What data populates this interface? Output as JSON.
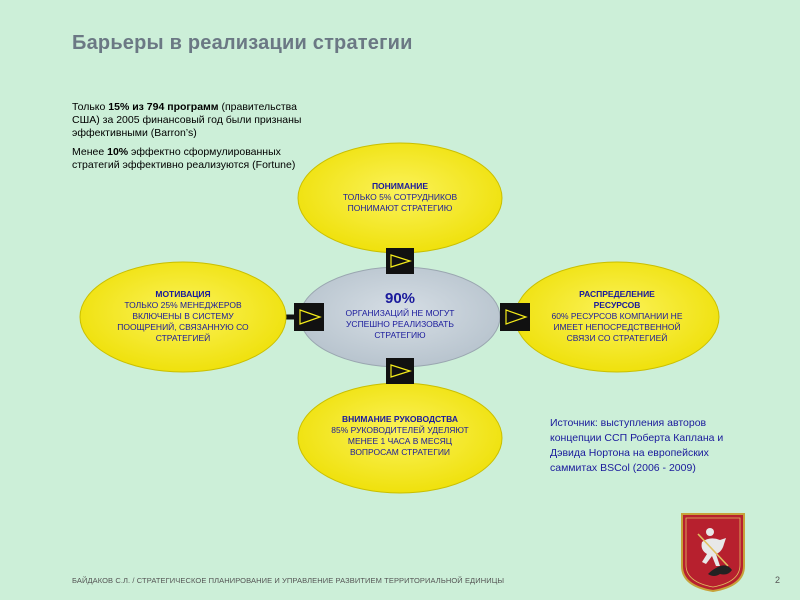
{
  "title": "Барьеры в реализации стратегии",
  "stats": {
    "p1_pre": "Только ",
    "p1_bold": "15% из 794 программ",
    "p1_post": " (правительства США) за 2005 финансовый год были признаны эффективными (Barron’s)",
    "p2_pre": "Менее ",
    "p2_bold": "10%",
    "p2_post": " эффектно сформулированных стратегий эффективно реализуются (Fortune)"
  },
  "diagram": {
    "center": {
      "percent": "90%",
      "text": "ОРГАНИЗАЦИЙ НЕ МОГУТ УСПЕШНО РЕАЛИЗОВАТЬ СТРАТЕГИЮ"
    },
    "top": {
      "head": "ПОНИМАНИЕ",
      "text": "ТОЛЬКО 5% СОТРУДНИКОВ ПОНИМАЮТ СТРАТЕГИЮ"
    },
    "left": {
      "head": "МОТИВАЦИЯ",
      "text": "ТОЛЬКО 25% МЕНЕДЖЕРОВ ВКЛЮЧЕНЫ В СИСТЕМУ ПООЩРЕНИЙ, СВЯЗАННУЮ СО СТРАТЕГИЕЙ"
    },
    "right": {
      "head": "РАСПРЕДЕЛЕНИЕ РЕСУРСОВ",
      "text": "60% РЕСУРСОВ КОМПАНИИ НЕ ИМЕЕТ НЕПОСРЕДСТВЕННОЙ СВЯЗИ СО СТРАТЕГИЕЙ"
    },
    "bottom": {
      "head": "ВНИМАНИЕ РУКОВОДСТВА",
      "text": "85% РУКОВОДИТЕЛЕЙ УДЕЛЯЮТ МЕНЕЕ 1 ЧАСА В МЕСЯЦ ВОПРОСАМ СТРАТЕГИИ"
    }
  },
  "source": "Источник: выступления авторов концепции ССП Роберта Каплана и Дэвида Нортона на европейских саммитах BSCol (2006 - 2009)",
  "footer": "БАЙДАКОВ С.Л. / СТРАТЕГИЧЕСКОЕ ПЛАНИРОВАНИЕ И УПРАВЛЕНИЕ РАЗВИТИЕМ ТЕРРИТОРИАЛЬНОЙ ЕДИНИЦЫ",
  "page_number": "2",
  "colors": {
    "background": "#ccefd8",
    "ellipse_yellow": "#f5ec1a",
    "center_gray": "#c9d3db",
    "text_blue": "#1a1a9c",
    "title_gray": "#6b7884"
  },
  "icons": {
    "emblem": "moscow-coat-of-arms-icon"
  }
}
